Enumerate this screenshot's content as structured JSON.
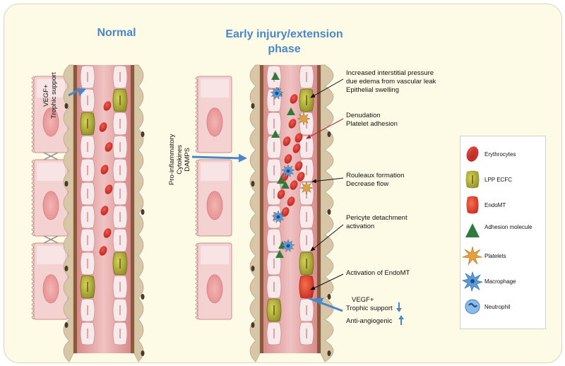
{
  "titles": {
    "normal": "Normal",
    "injury_line1": "Early injury/extension",
    "injury_line2": "phase"
  },
  "left_cell_label": [
    "VEGF+",
    "Trophic support"
  ],
  "middle_cell_label": [
    "Pro-inflammatory",
    "Cytokines",
    "DAMPS"
  ],
  "annotations": [
    {
      "lines": [
        "Increased interstitial pressure",
        "due edema from vascular leak",
        "Epithelial swelling"
      ]
    },
    {
      "lines": [
        "Denudation",
        "Platelet adhesion"
      ]
    },
    {
      "lines": [
        "Rouleaux formation",
        "Decrease flow"
      ]
    },
    {
      "lines": [
        "Pericyte detachment",
        "activation"
      ]
    },
    {
      "lines": [
        "Activation of EndoMT"
      ]
    }
  ],
  "bottom_annotation": {
    "line1": "VEGF+",
    "line2": "Trophic support",
    "line3": "Anti-angiogenic"
  },
  "legend": [
    {
      "label": "Erythrocytes",
      "icon": "erythrocyte-icon",
      "color": "#d9332b"
    },
    {
      "label": "LPP ECFC",
      "icon": "lpp-ecfc-icon",
      "color": "#b7b53a"
    },
    {
      "label": "EndoMT",
      "icon": "endomt-icon",
      "color": "#e8402c"
    },
    {
      "label": "Adhesion molecule",
      "icon": "adhesion-molecule-icon",
      "color": "#2d7a3a"
    },
    {
      "label": "Platelets",
      "icon": "platelet-icon",
      "color": "#e6a23a"
    },
    {
      "label": "Macrophage",
      "icon": "macrophage-icon",
      "color": "#4a8ed0"
    },
    {
      "label": "Neutrophil",
      "icon": "neutrophil-icon",
      "color": "#3f7fc4"
    }
  ],
  "colors": {
    "title_blue": "#4a86c8",
    "arrow_blue": "#4a86c8",
    "vessel_wall": "#8b5a3c",
    "lumen": "#e8a4a4",
    "endothelial_cell": "#f7e1e1",
    "epithelial_cell": "#f5d2d2",
    "panel_bg": "#fdfbe6",
    "pericyte": "#d7c7a8",
    "leader_red": "#b3263b"
  }
}
